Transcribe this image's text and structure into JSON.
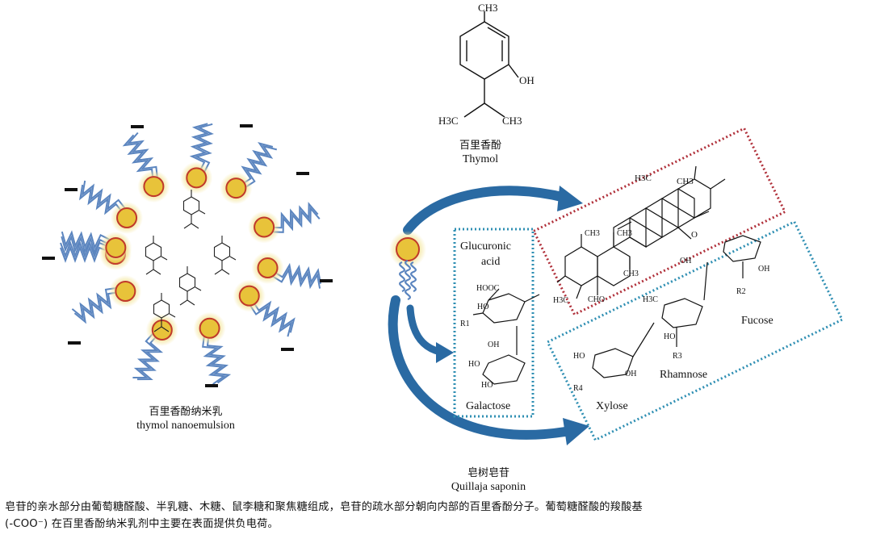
{
  "thymol": {
    "name_zh": "百里香酚",
    "name_en": "Thymol",
    "ch3_top": "CH3",
    "oh": "OH",
    "h3c": "H3C",
    "ch3": "CH3"
  },
  "nanoemulsion": {
    "name_zh": "百里香酚纳米乳",
    "name_en": "thymol nanoemulsion",
    "charge": "−"
  },
  "saponin": {
    "name_zh": "皂树皂苷",
    "name_en": "Quillaja saponin",
    "glucuronic": "Glucuronic",
    "acid": "acid",
    "galactose": "Galactose",
    "fucose": "Fucose",
    "rhamnose": "Rhamnose",
    "xylose": "Xylose",
    "hooc": "HOOC",
    "r1": "R1",
    "r2": "R2",
    "r3": "R3",
    "r4": "R4",
    "cho": "CHO",
    "oh": "OH",
    "ho": "HO",
    "ch3": "CH3",
    "h3c": "H3C",
    "o": "O"
  },
  "colors": {
    "arrow_blue": "#2a6aa3",
    "tail_blue": "#5b85bf",
    "head_fill": "#e8c33a",
    "head_stroke": "#c0392b",
    "glow": "#f3e59a",
    "box_red": "#b0303a",
    "box_teal": "#2f8fb3"
  },
  "caption": {
    "line1": "皂苷的亲水部分由葡萄糖醛酸、半乳糖、木糖、鼠李糖和聚焦糖组成，皂苷的疏水部分朝向内部的百里香酚分子。葡萄糖醛酸的羧酸基",
    "line2": "(-COO⁻) 在百里香酚纳米乳剂中主要在表面提供负电荷。"
  }
}
